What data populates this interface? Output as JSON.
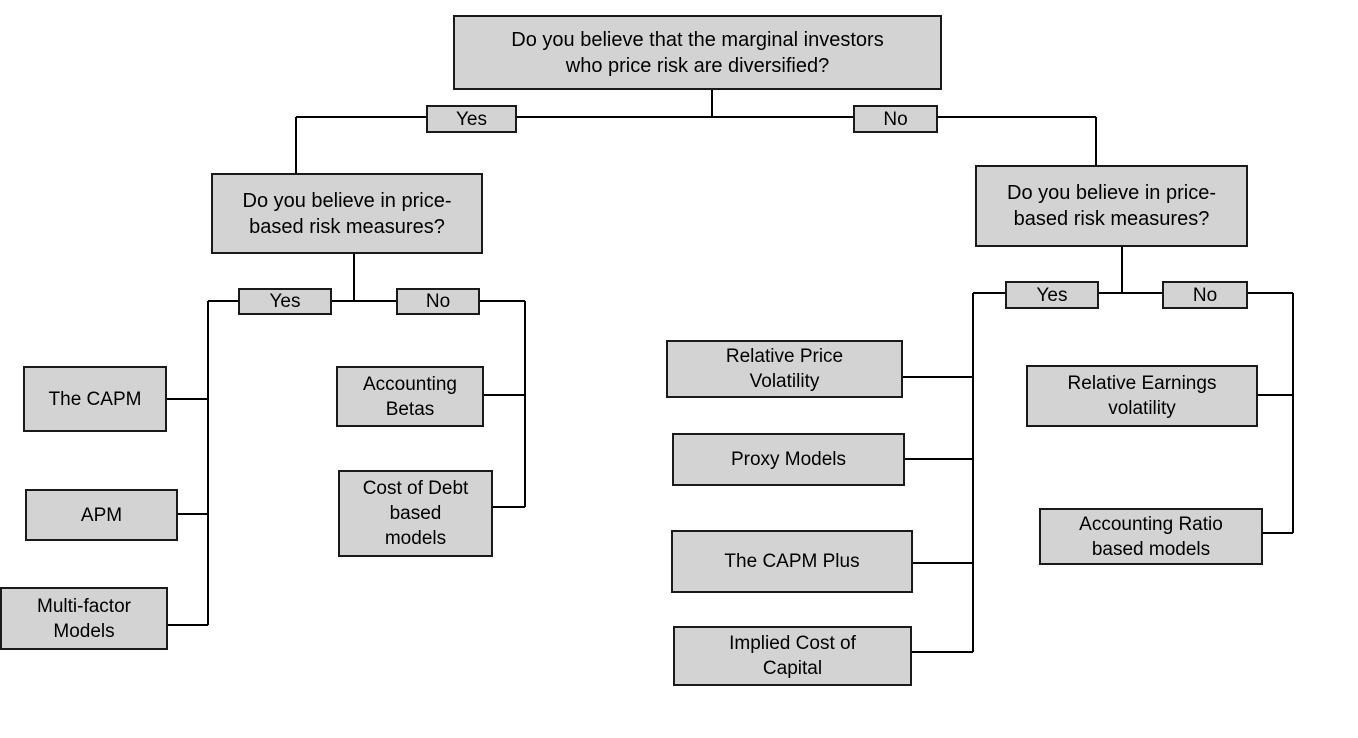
{
  "colors": {
    "background": "#ffffff",
    "box_fill": "#d3d3d3",
    "box_border": "#1a1a1a",
    "line": "#000000",
    "text": "#000000"
  },
  "tree": {
    "root_question": "Do you believe that the marginal investors\nwho price risk are diversified?",
    "diversified_yes": {
      "answer": "Yes",
      "question": "Do you believe in price-\nbased risk measures?",
      "price_yes": {
        "answer": "Yes",
        "models": [
          "The CAPM",
          "APM",
          "Multi-factor\nModels"
        ]
      },
      "price_no": {
        "answer": "No",
        "models": [
          "Accounting\nBetas",
          "Cost of Debt\nbased\nmodels"
        ]
      }
    },
    "diversified_no": {
      "answer": "No",
      "question": "Do you believe in price-\nbased risk measures?",
      "price_yes": {
        "answer": "Yes",
        "models": [
          "Relative Price\nVolatility",
          "Proxy Models",
          "The CAPM Plus",
          "Implied Cost of\nCapital"
        ]
      },
      "price_no": {
        "answer": "No",
        "models": [
          "Relative Earnings\nvolatility",
          "Accounting Ratio\nbased models"
        ]
      }
    }
  }
}
